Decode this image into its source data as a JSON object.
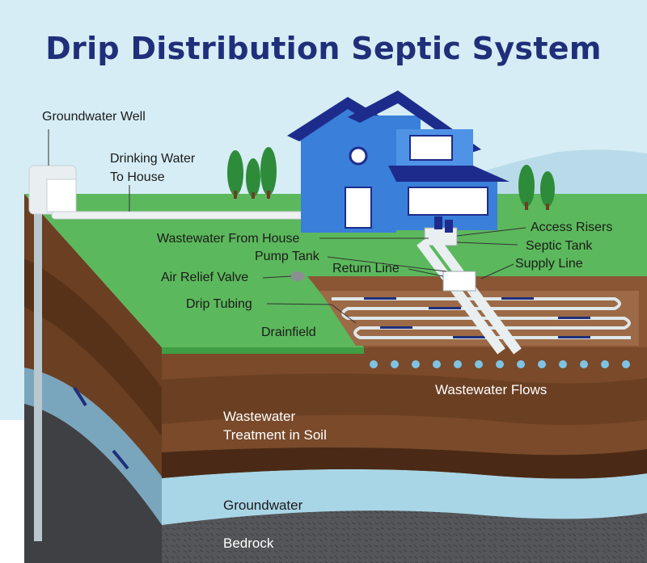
{
  "title": "Drip Distribution Septic System",
  "labels": {
    "groundwater_well": "Groundwater Well",
    "drinking_water_line1": "Drinking Water",
    "drinking_water_line2": "To House",
    "access_risers": "Access Risers",
    "wastewater_from_house": "Wastewater From House",
    "septic_tank": "Septic Tank",
    "pump_tank": "Pump Tank",
    "return_line": "Return Line",
    "supply_line": "Supply Line",
    "air_relief_valve": "Air Relief Valve",
    "drip_tubing": "Drip Tubing",
    "drainfield": "Drainfield",
    "wastewater_flows": "Wastewater Flows",
    "treatment_line1": "Wastewater",
    "treatment_line2": "Treatment in Soil",
    "groundwater": "Groundwater",
    "bedrock": "Bedrock"
  },
  "colors": {
    "title": "#1f2f7a",
    "sky": "#d6edf5",
    "grass": "#5cb85c",
    "soil": "#7a4a2a",
    "groundwater": "#a9d6e6",
    "bedrock": "#55565a",
    "house": "#3a7fd9",
    "roof": "#1d2c8c"
  }
}
